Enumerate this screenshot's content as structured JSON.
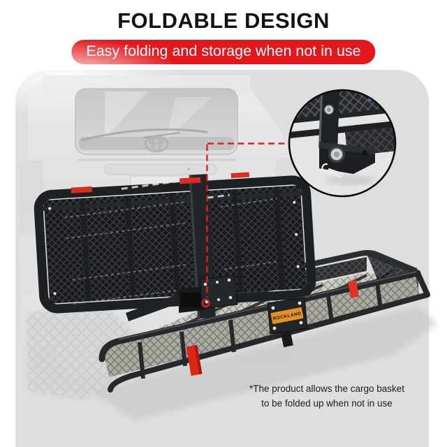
{
  "title": "FOLDABLE DESIGN",
  "banner": {
    "label": "Easy folding and storage when not in use"
  },
  "footnote": {
    "line1": "*The product allows the cargo basket",
    "line2": "to be folded up when not in use"
  },
  "product": {
    "brand_label": "ROCKLAND"
  },
  "colors": {
    "accent_red": "#e2211c",
    "banner_red": "#e4171d",
    "backdrop_gray": "#dedede",
    "brand_orange": "#e2921e",
    "strap_red": "#dd2517",
    "metal_dark": "#202326"
  },
  "scene": {
    "vehicle": "suv-rear-view",
    "main_subject_folded": "cargo-carrier-folded-up",
    "main_subject_open": "cargo-basket-unfolded",
    "callout": "hitch-pin-closeup"
  }
}
